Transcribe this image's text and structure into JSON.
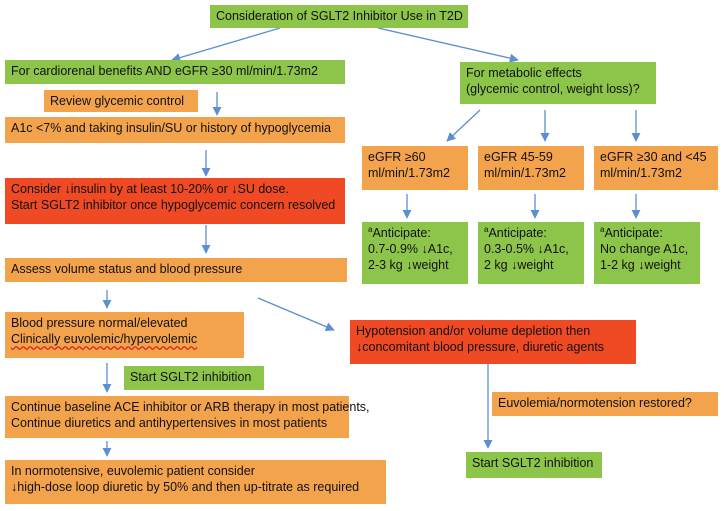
{
  "title": "Consideration of SGLT2 Inhibitor Use in T2D",
  "left": {
    "cardiorenal": "For cardiorenal benefits AND eGFR ≥30 ml/min/1.73m2",
    "review": "Review glycemic control",
    "a1c": "A1c <7% and taking insulin/SU or history of hypoglycemia",
    "consider": [
      "Consider ↓insulin by at least 10-20% or ↓SU dose.",
      "Start SGLT2 inhibitor once hypoglycemic concern resolved"
    ],
    "assess": "Assess volume status and blood pressure",
    "bp": [
      "Blood pressure normal/elevated",
      "Clinically euvolemic/hypervolemic"
    ],
    "start": "Start SGLT2 inhibition",
    "continue": [
      "Continue baseline ACE inhibitor or ARB therapy in most patients,",
      "Continue diuretics and antihypertensives in most patients"
    ],
    "normotensive": [
      "In normotensive, euvolemic patient consider",
      "↓high-dose loop diuretic by 50% and then up-titrate as required"
    ]
  },
  "right": {
    "metabolic": [
      "For metabolic effects",
      "(glycemic control, weight loss)?"
    ],
    "egfr": [
      {
        "range": [
          "eGFR ≥60",
          "ml/min/1.73m2"
        ],
        "sup": "a",
        "anticipate": [
          "Anticipate:",
          "0.7-0.9% ↓A1c,",
          "2-3 kg ↓weight"
        ]
      },
      {
        "range": [
          "eGFR 45-59",
          "ml/min/1.73m2"
        ],
        "sup": "a",
        "anticipate": [
          "Anticipate:",
          "0.3-0.5% ↓A1c,",
          "2 kg ↓weight"
        ]
      },
      {
        "range": [
          "eGFR ≥30 and <45",
          "ml/min/1.73m2"
        ],
        "sup": "a",
        "anticipate": [
          "Anticipate:",
          "No change A1c,",
          "1-2 kg ↓weight"
        ]
      }
    ],
    "hypotension": [
      "Hypotension and/or volume depletion then",
      "↓concomitant blood pressure, diuretic agents"
    ],
    "euvolemia": "Euvolemia/normotension restored?",
    "start": "Start SGLT2 inhibition"
  },
  "colors": {
    "green": "#8dc54b",
    "orange": "#f4a34d",
    "red": "#ef4a23",
    "arrow": "#5b8fd0"
  }
}
